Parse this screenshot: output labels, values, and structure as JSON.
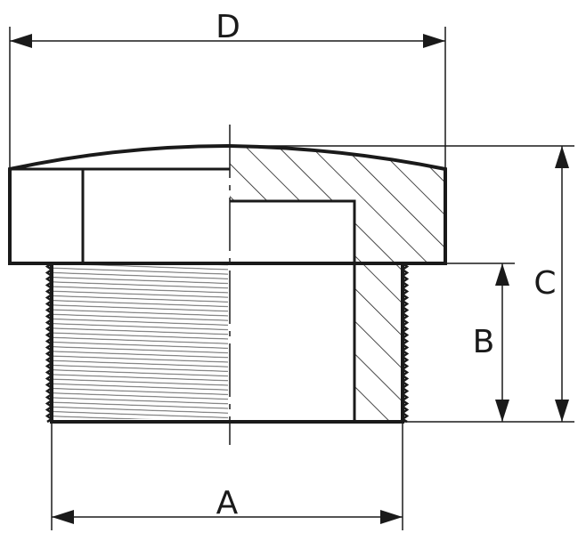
{
  "diagram": {
    "dimensions": {
      "D": "D",
      "C": "C",
      "B": "B",
      "A": "A"
    },
    "colors": {
      "line": "#1a1a1a",
      "background": "#ffffff"
    }
  }
}
